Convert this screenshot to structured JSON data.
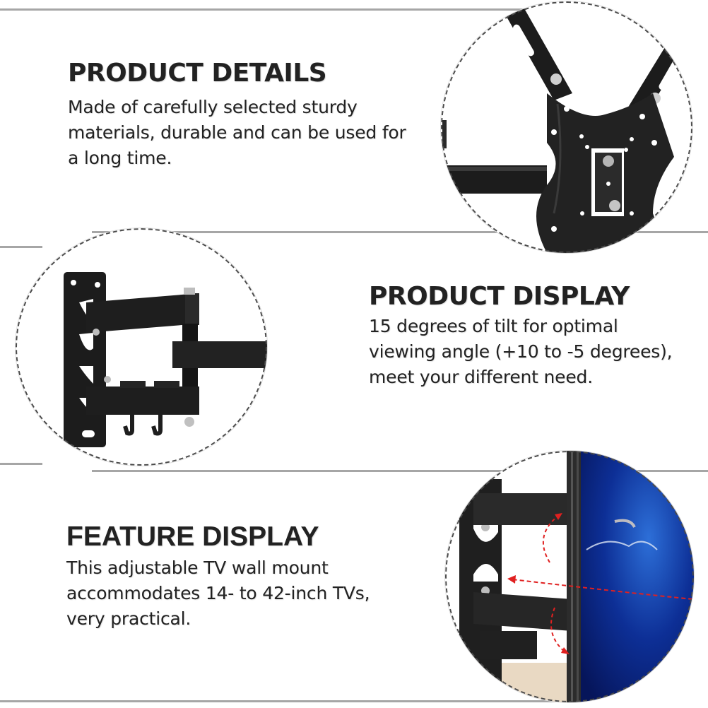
{
  "sections": [
    {
      "title": "PRODUCT DETAILS",
      "lines": [
        "Made of carefully selected sturdy",
        "materials, durable and can be used for",
        "a long time."
      ],
      "image": "tv-mount-plate-closeup"
    },
    {
      "title": "PRODUCT DISPLAY",
      "lines": [
        "15 degrees of tilt for optimal",
        "viewing angle (+10 to -5 degrees),",
        "meet your different need."
      ],
      "image": "tv-mount-swivel-arm"
    },
    {
      "title": "FEATURE DISPLAY",
      "lines": [
        "This adjustable TV wall mount",
        "accommodates 14- to 42-inch TVs,",
        "very practical."
      ],
      "image": "tv-mount-installed-with-tv"
    }
  ],
  "colors": {
    "text": "#222222",
    "divider": "#a6a6a6",
    "mount_black": "#1e1e1e",
    "tilt_arrow": "#e02020",
    "screen_blue": "#0a2a8a"
  }
}
